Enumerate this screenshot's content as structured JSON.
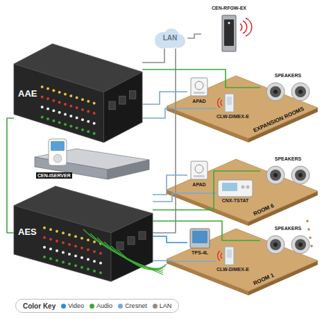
{
  "diagram": {
    "nodes": [
      {
        "text": [
          "LAN"
        ]
      },
      {
        "text": [
          "CEN-RFGW-EX"
        ]
      },
      {
        "text": [
          "AAE"
        ]
      },
      {
        "text": [
          "EXPANSION ROOMS"
        ]
      },
      {
        "text": [
          "APAD"
        ],
        "in": 3
      },
      {
        "text": [
          "CLW-DIMEX-E"
        ],
        "in": 3
      },
      {
        "text": [
          "SPEAKERS"
        ],
        "in": 3
      },
      {
        "text": [
          "CEN-ISERVER"
        ]
      },
      {
        "text": [
          "AES"
        ]
      },
      {
        "text": [
          "ROOM 6"
        ]
      },
      {
        "text": [
          "APAD"
        ],
        "in": 9
      },
      {
        "text": [
          "CNX-TSTAT"
        ],
        "in": 9
      },
      {
        "text": [
          "SPEAKERS"
        ],
        "in": 9
      },
      {
        "text": [
          "ROOM 1"
        ]
      },
      {
        "text": [
          "TPS-4L"
        ],
        "in": 13
      },
      {
        "text": [
          "CLW-DIMEX-E"
        ],
        "in": 13
      },
      {
        "text": [
          "SPEAKERS"
        ],
        "in": 13
      }
    ],
    "edges": [
      {
        "from": 0,
        "to": 1,
        "arrow": "none"
      },
      {
        "from": 0,
        "to": 2,
        "arrow": "none"
      },
      {
        "from": 0,
        "to": 8,
        "arrow": "none"
      },
      {
        "from": 2,
        "to": 4,
        "arrow": "none"
      },
      {
        "from": 2,
        "to": 5,
        "arrow": "none"
      },
      {
        "from": 2,
        "to": 6,
        "arrow": "none"
      },
      {
        "from": 8,
        "to": 10,
        "arrow": "none"
      },
      {
        "from": 8,
        "to": 11,
        "arrow": "none"
      },
      {
        "from": 8,
        "to": 12,
        "arrow": "none"
      },
      {
        "from": 8,
        "to": 14,
        "arrow": "none"
      },
      {
        "from": 8,
        "to": 15,
        "arrow": "none"
      },
      {
        "from": 8,
        "to": 16,
        "arrow": "none"
      },
      {
        "from": 2,
        "to": 8,
        "arrow": "none"
      }
    ],
    "labels": [
      "Color Key"
    ],
    "legend": [
      {
        "text": "Video",
        "color": "#2b8fd6"
      },
      {
        "text": "Audio",
        "color": "#3aa935"
      },
      {
        "text": "Cresnet",
        "color": "#7aa6cf"
      },
      {
        "text": "LAN",
        "color": "#8c8c8c"
      }
    ]
  }
}
